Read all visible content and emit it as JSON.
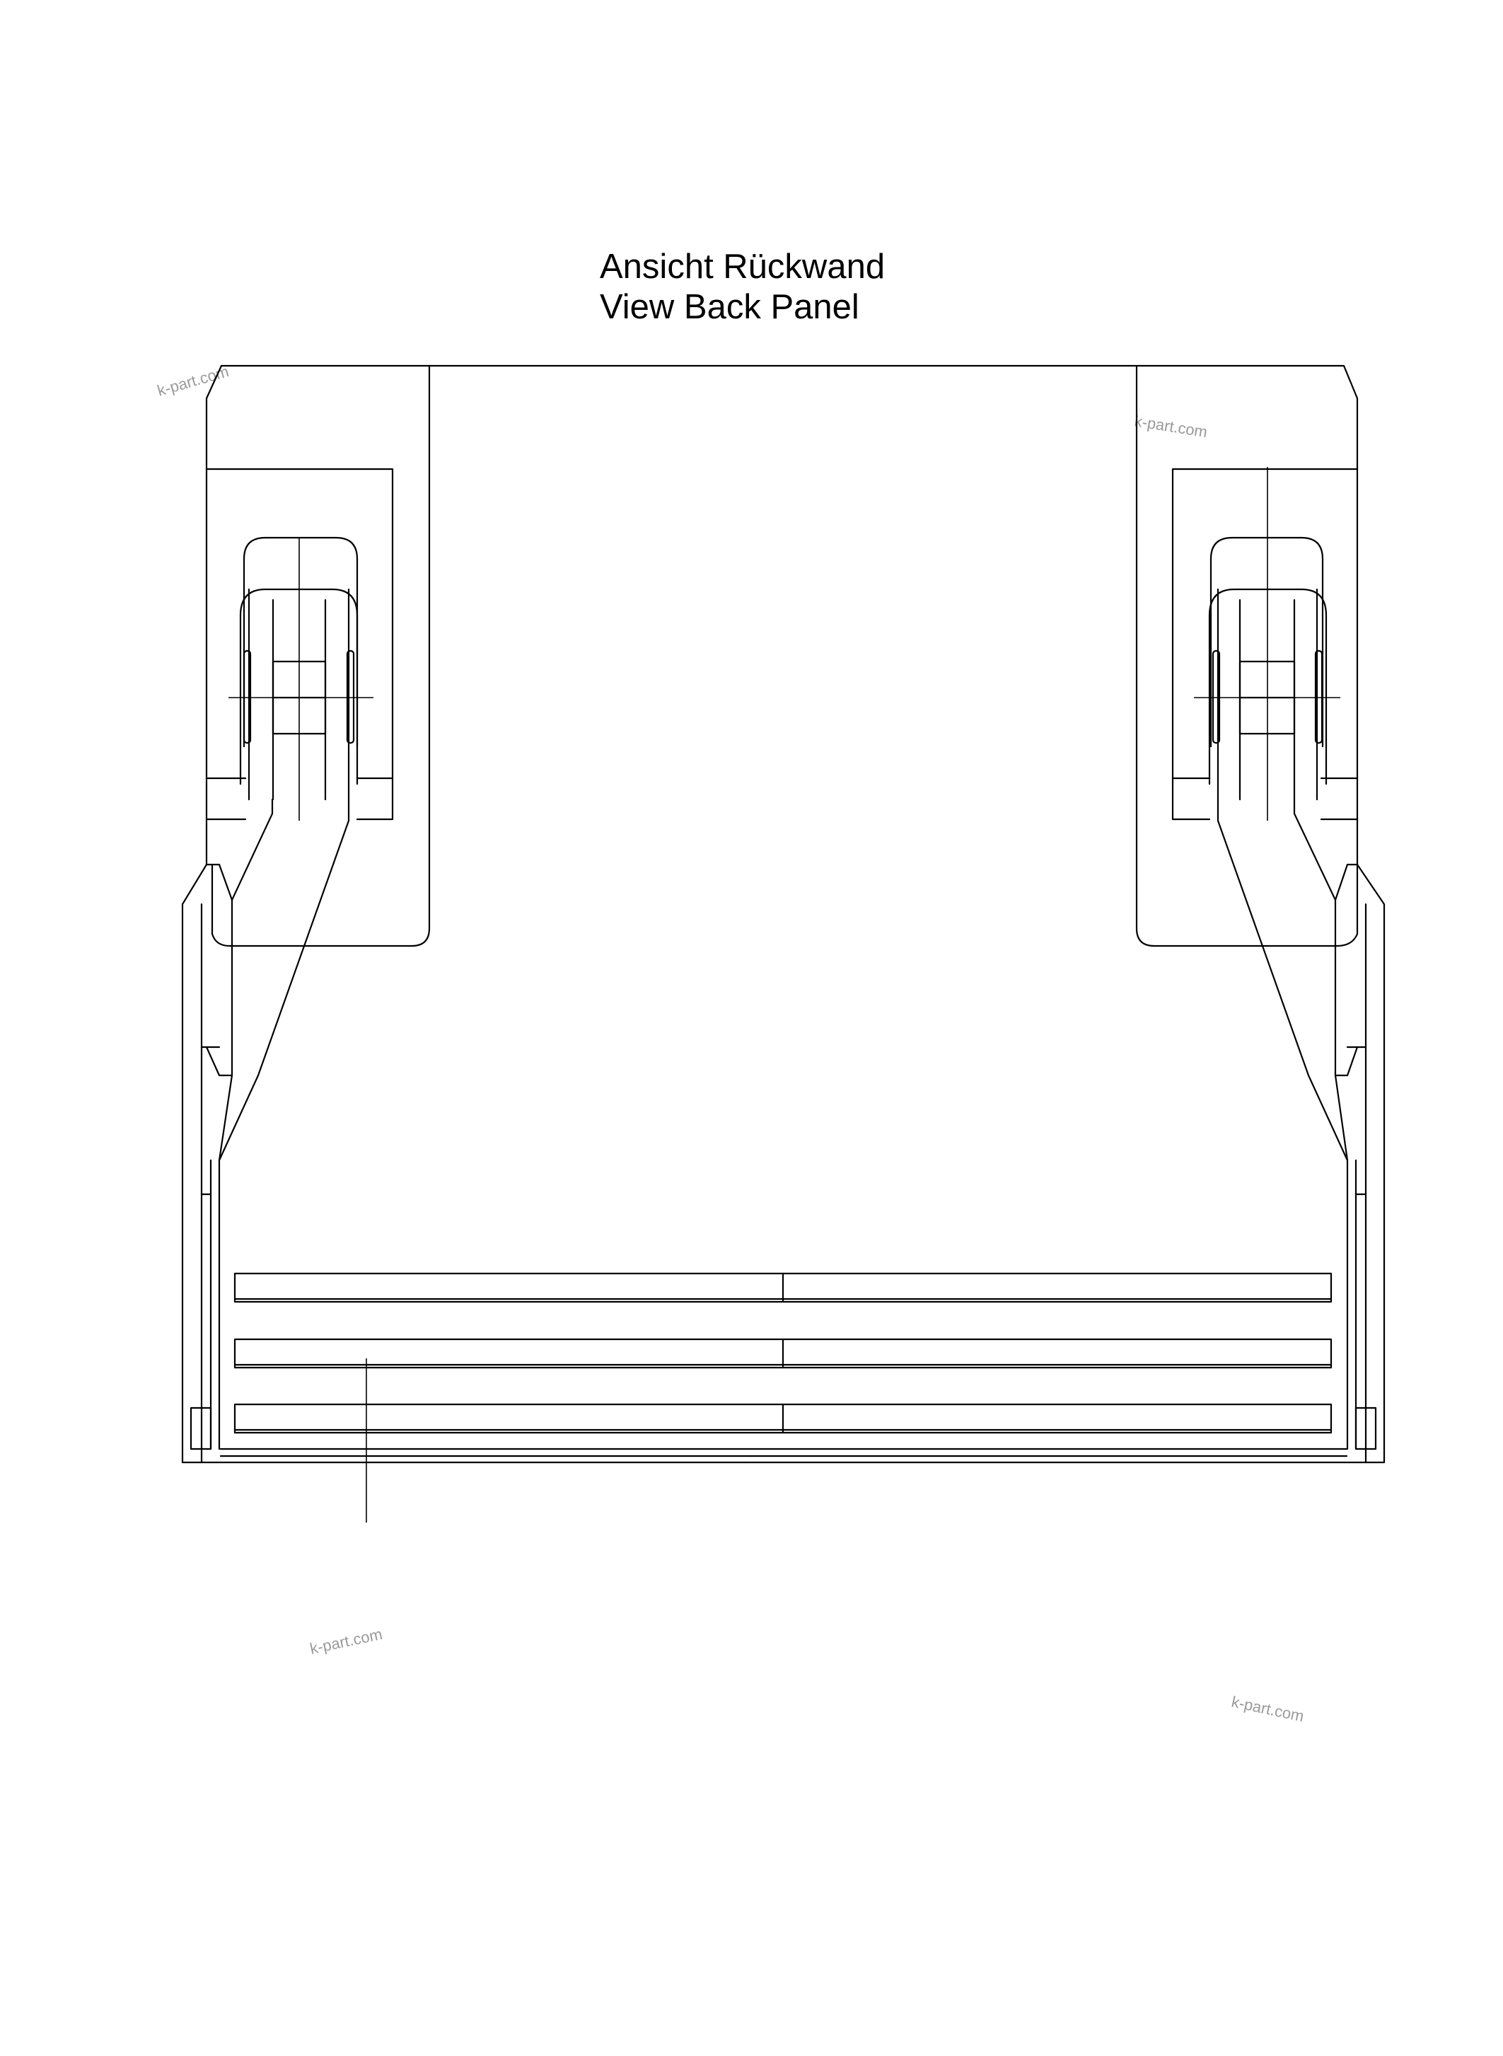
{
  "title": {
    "line1": "Ansicht Rückwand",
    "line2": "View Back Panel"
  },
  "watermarks": [
    "k-part.com",
    "k-part.com",
    "k-part.com",
    "k-part.com"
  ],
  "colors": {
    "line": "#000000",
    "watermark": "#9a9a9a",
    "background": "#ffffff"
  }
}
